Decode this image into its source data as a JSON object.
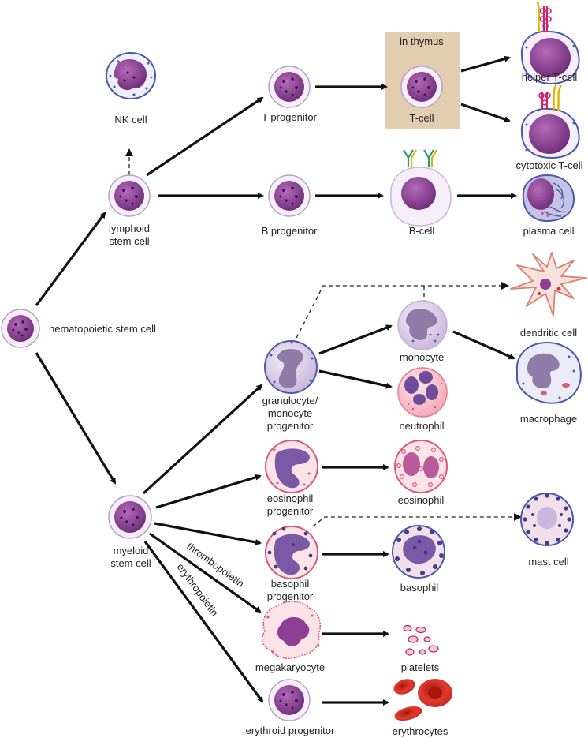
{
  "labels": {
    "hsc": "hematopoietic stem cell",
    "nk": "NK cell",
    "lymphoid_1": "lymphoid",
    "lymphoid_2": "stem cell",
    "t_prog": "T progenitor",
    "b_prog": "B progenitor",
    "in_thymus": "in thymus",
    "t_cell": "T-cell",
    "b_cell": "B-cell",
    "helper": "helper T-cell",
    "cytotoxic": "cytotoxic T-cell",
    "plasma": "plasma cell",
    "dendritic": "dendritic cell",
    "monocyte": "monocyte",
    "macrophage": "macrophage",
    "gm_1": "granulocyte/",
    "gm_2": "monocyte",
    "gm_3": "progenitor",
    "neutrophil": "neutrophil",
    "eos_prog_1": "eosinophil",
    "eos_prog_2": "progenitor",
    "eosinophil": "eosinophil",
    "myeloid_1": "myeloid",
    "myeloid_2": "stem cell",
    "baso_prog_1": "basophil",
    "baso_prog_2": "progenitor",
    "basophil": "basophil",
    "mast": "mast cell",
    "thrombopoietin": "thrombopoietin",
    "erythropoietin": "erythropoietin",
    "megakaryocyte": "megakaryocyte",
    "platelets": "platelets",
    "ery_prog": "erythroid progenitor",
    "erythrocytes": "erythrocytes"
  },
  "colors": {
    "stem_nucleus": "#8e3f93",
    "cell_rim": "#c7b4da",
    "thymus_box": "#e2cdb0",
    "erythrocyte": "#d22b22",
    "granule_blue": "#3d3f8a",
    "granule_pink": "#d85a7a"
  }
}
